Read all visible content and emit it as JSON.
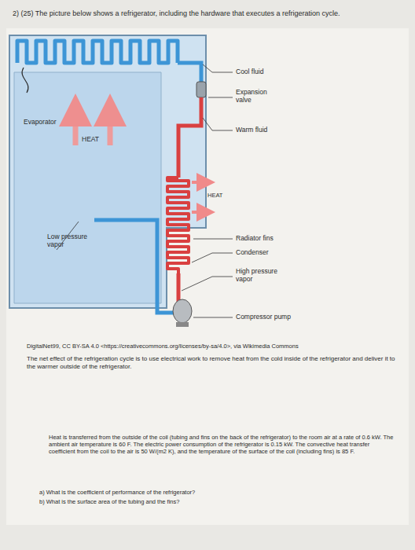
{
  "diagram": {
    "labels": [
      "2) (25) The picture below shows a refrigerator, including the hardware that executes a refrigeration cycle.",
      "Cool fluid",
      "Expansion valve",
      "Evaporator",
      "HEAT",
      "Warm fluid",
      "HEAT",
      "Low pressure vapor",
      "Radiator fins",
      "Condenser",
      "High pressure vapor",
      "Compressor pump",
      "DigitalNet99, CC BY-SA 4.0 <https://creativecommons.org/licenses/by-sa/4.0>, via Wikimedia Commons",
      "The net effect of the refrigeration cycle is to use electrical work to remove heat from the cold inside of the refrigerator and deliver it to the warmer outside of the refrigerator.",
      "Heat is transferred from the outside of the coil (tubing and fins on the back of the refrigerator) to the room air at a rate of 0.6 kW. The ambient air temperature is 60 F. The electric power consumption of the refrigerator is 0.15 kW. The convective heat transfer coefficient from the coil to the air is 50 W/(m2 K), and the temperature of the surface of the coil (including fins) is 85 F.",
      "a) What is the coefficient of performance of the refrigerator?",
      "b) What is the surface area of the tubing and the fins?"
    ]
  }
}
